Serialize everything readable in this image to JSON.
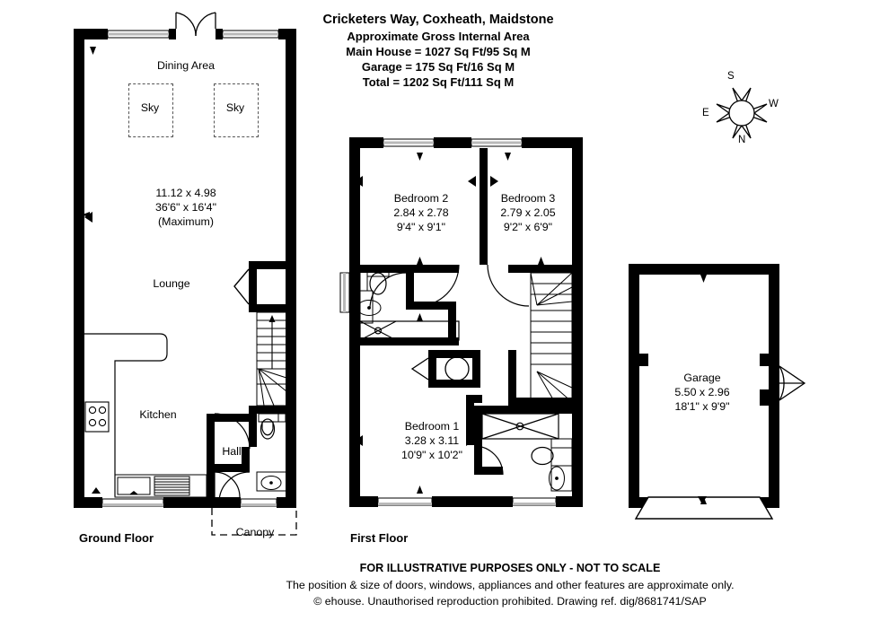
{
  "header": {
    "title": "Cricketers Way, Coxheath, Maidstone",
    "subtitle": "Approximate Gross Internal Area",
    "line_main_house": "Main House = 1027 Sq Ft/95 Sq M",
    "line_garage": "Garage = 175 Sq Ft/16 Sq M",
    "line_total": "Total = 1202 Sq Ft/111 Sq M"
  },
  "compass": {
    "top": "S",
    "right": "W",
    "bottom": "N",
    "left": "E"
  },
  "ground_floor": {
    "label": "Ground Floor",
    "rooms": [
      {
        "name": "Dining Area"
      },
      {
        "name": "Lounge"
      },
      {
        "name": "Kitchen"
      },
      {
        "name": "Hall"
      }
    ],
    "main_dimension": {
      "metric": "11.12 x 4.98",
      "imperial": "36'6\" x 16'4\"",
      "note": "(Maximum)"
    },
    "skylights": [
      {
        "label": "Sky"
      },
      {
        "label": "Sky"
      }
    ],
    "canopy_label": "Canopy"
  },
  "first_floor": {
    "label": "First Floor",
    "rooms": [
      {
        "name": "Bedroom 2",
        "metric": "2.84 x 2.78",
        "imperial": "9'4\" x 9'1\""
      },
      {
        "name": "Bedroom 3",
        "metric": "2.79 x 2.05",
        "imperial": "9'2\" x 6'9\""
      },
      {
        "name": "Bedroom 1",
        "metric": "3.28 x 3.11",
        "imperial": "10'9\" x 10'2\""
      }
    ]
  },
  "garage": {
    "name": "Garage",
    "metric": "5.50 x 2.96",
    "imperial": "18'1\" x 9'9\""
  },
  "footer": {
    "disclaimer": "FOR ILLUSTRATIVE PURPOSES ONLY - NOT TO SCALE",
    "note": "The position & size of doors, windows, appliances and other features are approximate only.",
    "copyright": "© ehouse. Unauthorised reproduction prohibited. Drawing ref. dig/8681741/SAP"
  },
  "colors": {
    "wall": "#000000",
    "fixture": "#1a1a1a",
    "paper": "#ffffff",
    "sky_dash": "#555555"
  }
}
